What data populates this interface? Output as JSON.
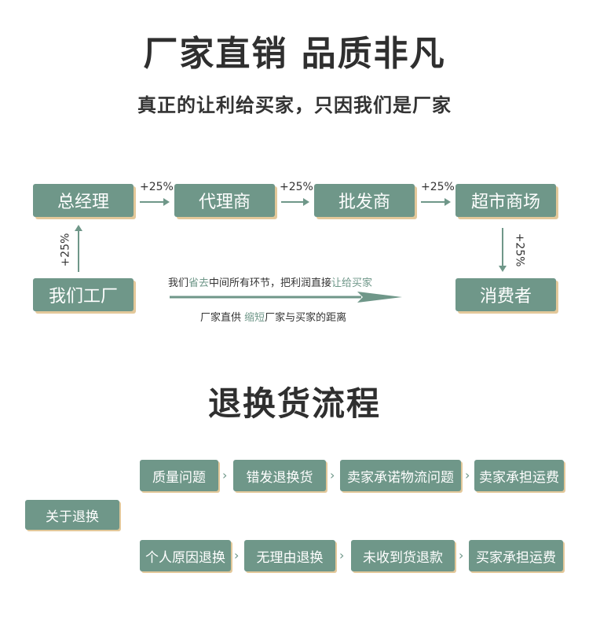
{
  "header": {
    "title": "厂家直销 品质非凡",
    "subtitle": "真正的让利给买家，只因我们是厂家"
  },
  "flow": {
    "factory": "我们工厂",
    "manager": "总经理",
    "agent": "代理商",
    "wholesaler": "批发商",
    "supermarket": "超市商场",
    "consumer": "消费者",
    "markup": "+25%",
    "note1_a": "我们",
    "note1_hl1": "省去",
    "note1_b": "中间所有环节，把利润直接",
    "note1_hl2": "让给买家",
    "note2_a": "厂家直供 ",
    "note2_hl": "缩短",
    "note2_b": "厂家与买家的距离"
  },
  "returns": {
    "title": "退换货流程",
    "about": "关于退换",
    "row1": [
      "质量问题",
      "错发退换货",
      "卖家承诺物流问题",
      "卖家承担运费"
    ],
    "row2": [
      "个人原因退换",
      "无理由退换",
      "未收到货退款",
      "买家承担运费"
    ]
  },
  "colors": {
    "box": "#6f9789",
    "shadow": "#e3c89a"
  }
}
